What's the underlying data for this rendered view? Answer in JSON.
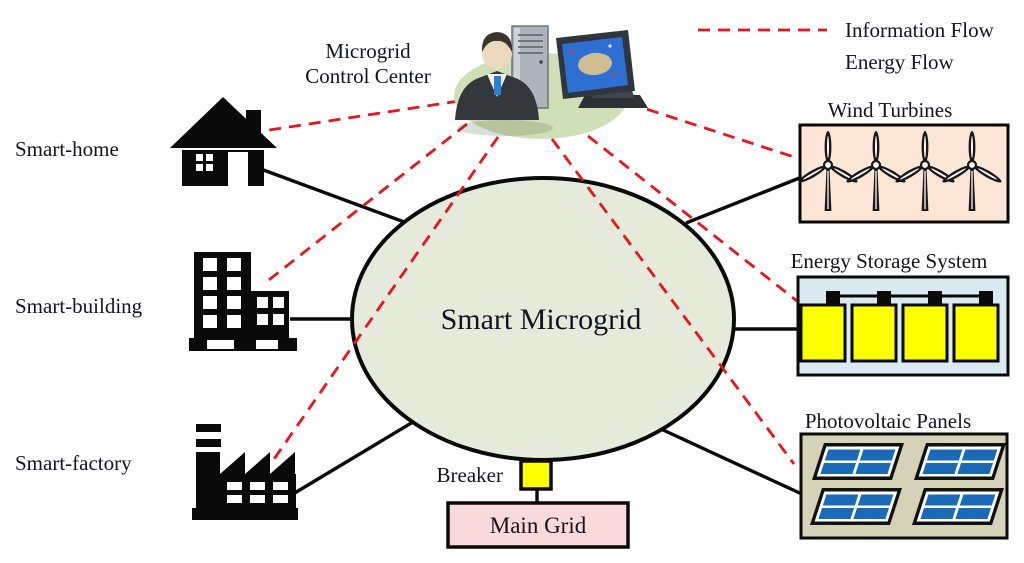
{
  "legend": {
    "information_flow": {
      "label": "Information Flow",
      "style": "dashed",
      "color": "#ea1420"
    },
    "energy_flow": {
      "label": "Energy Flow",
      "style": "solid",
      "color": "#0a0a0a"
    }
  },
  "nodes": {
    "control_center": {
      "label_line1": "Microgrid",
      "label_line2": "Control Center"
    },
    "smart_home": {
      "label": "Smart-home"
    },
    "smart_building": {
      "label": "Smart-building"
    },
    "smart_factory": {
      "label": "Smart-factory"
    },
    "smart_microgrid": {
      "label": "Smart Microgrid"
    },
    "wind_turbines": {
      "label": "Wind Turbines",
      "turbine_count": 4
    },
    "energy_storage": {
      "label": "Energy Storage System",
      "battery_count": 4
    },
    "photovoltaic": {
      "label": "Photovoltaic Panels",
      "panel_count": 4
    },
    "breaker": {
      "label": "Breaker"
    },
    "main_grid": {
      "label": "Main Grid"
    }
  },
  "colors": {
    "microgrid_fill": "#e5eadb",
    "control_fill": "#cfe0b6",
    "wind_box_fill": "#fbe5d5",
    "storage_box_fill": "#daeaf3",
    "battery_fill": "#ffff00",
    "pv_box_fill": "#d6d2b8",
    "pv_cell_fill": "#1a6ab8",
    "main_grid_fill": "#f9d9d9",
    "breaker_fill": "#ffff00",
    "info_line": "#ea1420",
    "energy_line": "#0a0a0a"
  },
  "edges": {
    "information": [
      {
        "from": "control_center",
        "to": "smart_home"
      },
      {
        "from": "control_center",
        "to": "smart_building"
      },
      {
        "from": "control_center",
        "to": "smart_factory"
      },
      {
        "from": "control_center",
        "to": "wind_turbines"
      },
      {
        "from": "control_center",
        "to": "energy_storage"
      },
      {
        "from": "control_center",
        "to": "photovoltaic"
      }
    ],
    "energy": [
      {
        "from": "smart_home",
        "to": "smart_microgrid"
      },
      {
        "from": "smart_building",
        "to": "smart_microgrid"
      },
      {
        "from": "smart_factory",
        "to": "smart_microgrid"
      },
      {
        "from": "wind_turbines",
        "to": "smart_microgrid"
      },
      {
        "from": "energy_storage",
        "to": "smart_microgrid"
      },
      {
        "from": "photovoltaic",
        "to": "smart_microgrid"
      },
      {
        "from": "smart_microgrid",
        "to": "breaker"
      },
      {
        "from": "breaker",
        "to": "main_grid"
      }
    ]
  }
}
